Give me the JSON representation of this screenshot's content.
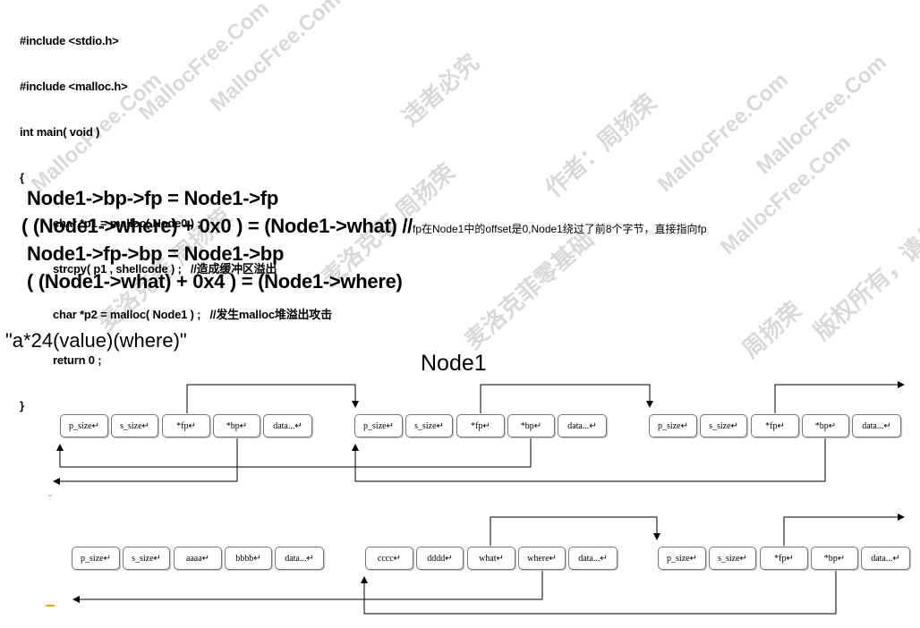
{
  "code": {
    "lines": [
      "#include <stdio.h>",
      "#include <malloc.h>",
      "int main( void )",
      "{",
      "char *p1 = malloc( Node0 ) ;",
      "strcpy( p1 , shellcode ) ;   //造成缓冲区溢出",
      "char *p2 = malloc( Node1 ) ;   //发生malloc堆溢出攻击",
      "return 0 ;",
      "}"
    ]
  },
  "pointer_ops": {
    "line1": "Node1->bp->fp = Node1->fp",
    "line2": "( (Node1->where) + 0x0 ) = (Node1->what) //",
    "line2_note": "fp在Node1中的offset是0,Node1绕过了前8个字节，直接指向fp",
    "line3": "Node1->fp->bp = Node1->bp",
    "line4": "( (Node1->what) + 0x4 ) = (Node1->where)"
  },
  "payload_label": "\"a*24(value)(where)\"",
  "diagram_title": "Node1",
  "chunks_before": [
    [
      "p_size↵",
      "s_size↵",
      "*fp↵",
      "*bp↵",
      "data...↵"
    ],
    [
      "p_size↵",
      "s_size↵",
      "*fp↵",
      "*bp↵",
      "data...↵"
    ],
    [
      "p_size↵",
      "s_size↵",
      "*fp↵",
      "*bp↵",
      "data...↵"
    ]
  ],
  "chunks_after": [
    [
      "p_size↵",
      "s_size↵",
      "aaaa↵",
      "bbbb↵",
      "data...↵"
    ],
    [
      "cccc↵",
      "dddd↵",
      "what↵",
      "where↵",
      "data...↵"
    ],
    [
      "p_size↵",
      "s_size↵",
      "*fp↵",
      "*bp↵",
      "data...↵"
    ]
  ],
  "watermarks": [
    "MallocFree.Com",
    "麦洛克菲 周扬荣",
    "违者必究",
    "版权所有，请勿非法传播，违者必究",
    "作者：周扬荣",
    "麦洛克菲零基础",
    "周扬荣"
  ],
  "colors": {
    "watermark": "#d9d9d9",
    "cell_border": "#777777",
    "accent_dash": "#e8a400"
  }
}
